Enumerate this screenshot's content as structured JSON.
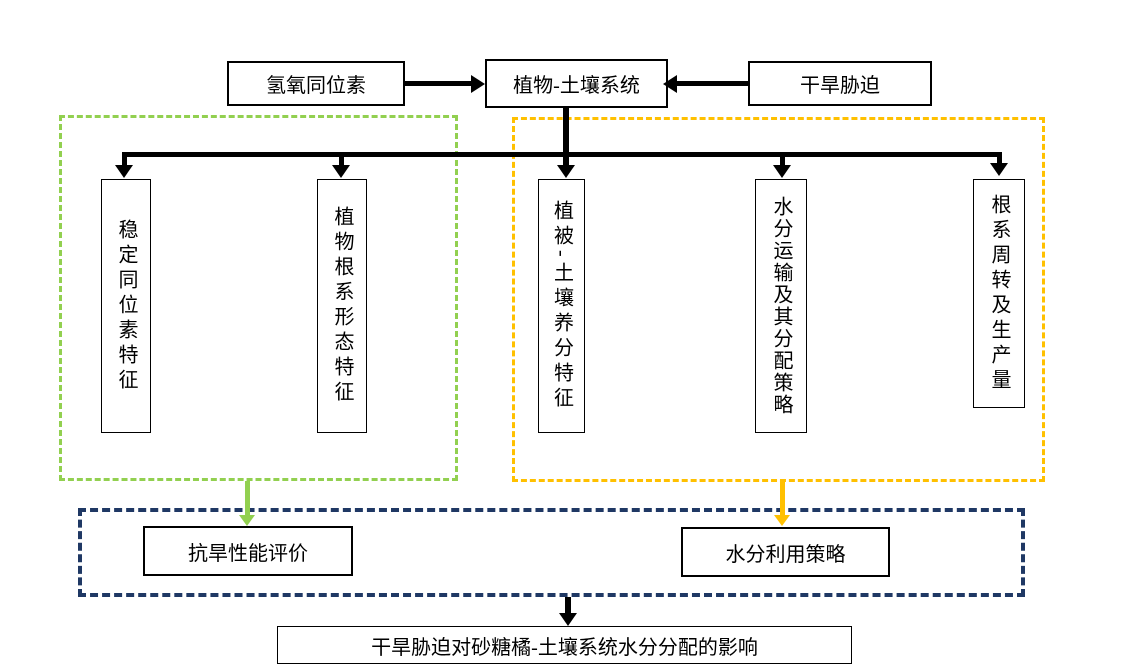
{
  "colors": {
    "green_group": "#92D050",
    "gold_group": "#FFC000",
    "navy_frame": "#1F3864",
    "line": "#000000"
  },
  "top": {
    "left_box": "氢氧同位素",
    "center_box": "植物-土壤系统",
    "right_box": "干旱胁迫"
  },
  "green_group": {
    "columns": [
      "稳定同位素特征",
      "植物根系形态特征"
    ],
    "outcome": "抗旱性能评价"
  },
  "gold_group": {
    "columns": [
      "植被-土壤养分特征",
      "水分运输及其分配策略",
      "根系周转及生产量"
    ],
    "outcome": "水分利用策略"
  },
  "conclusion": "干旱胁迫对砂糖橘-土壤系统水分分配的影响"
}
